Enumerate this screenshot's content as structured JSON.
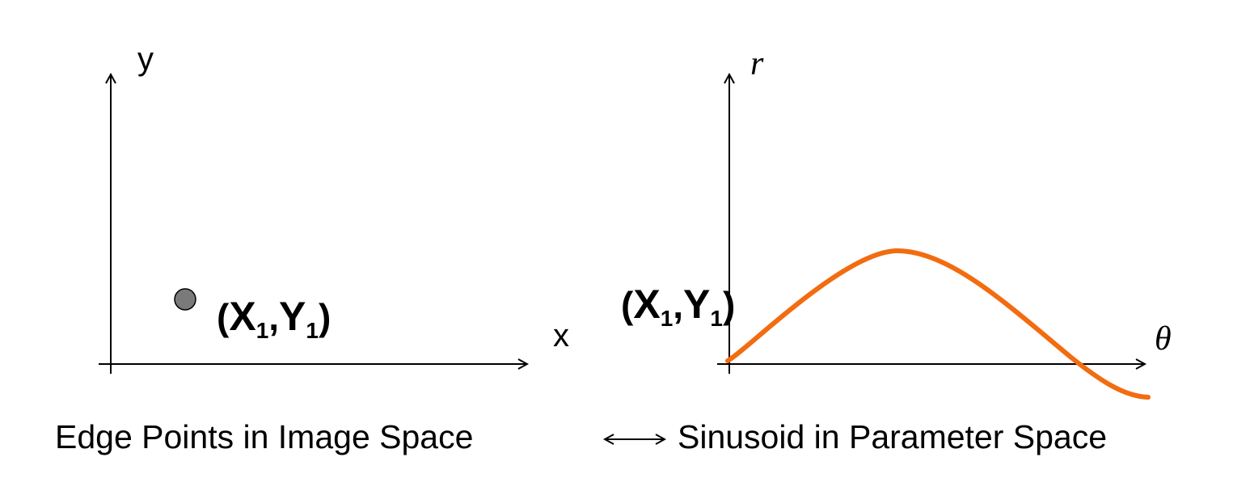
{
  "image_space": {
    "x_axis_label": "x",
    "y_axis_label": "y",
    "point_label": {
      "open_paren": "(",
      "x_letter": "X",
      "x_sub": "1",
      "separator": ",",
      "y_letter": "Y",
      "y_sub": "1",
      "close_paren": ")"
    },
    "caption": "Edge Points in Image Space"
  },
  "parameter_space": {
    "r_axis_label": "r",
    "theta_axis_label": "θ",
    "point_label": {
      "open_paren": "(",
      "x_letter": "X",
      "x_sub": "1",
      "separator": ",",
      "y_letter": "Y",
      "y_sub": "1",
      "close_paren": ")"
    },
    "caption": "Sinusoid in Parameter Space"
  },
  "colors": {
    "point_fill": "#7a7a7a",
    "curve": "#f26c10"
  }
}
